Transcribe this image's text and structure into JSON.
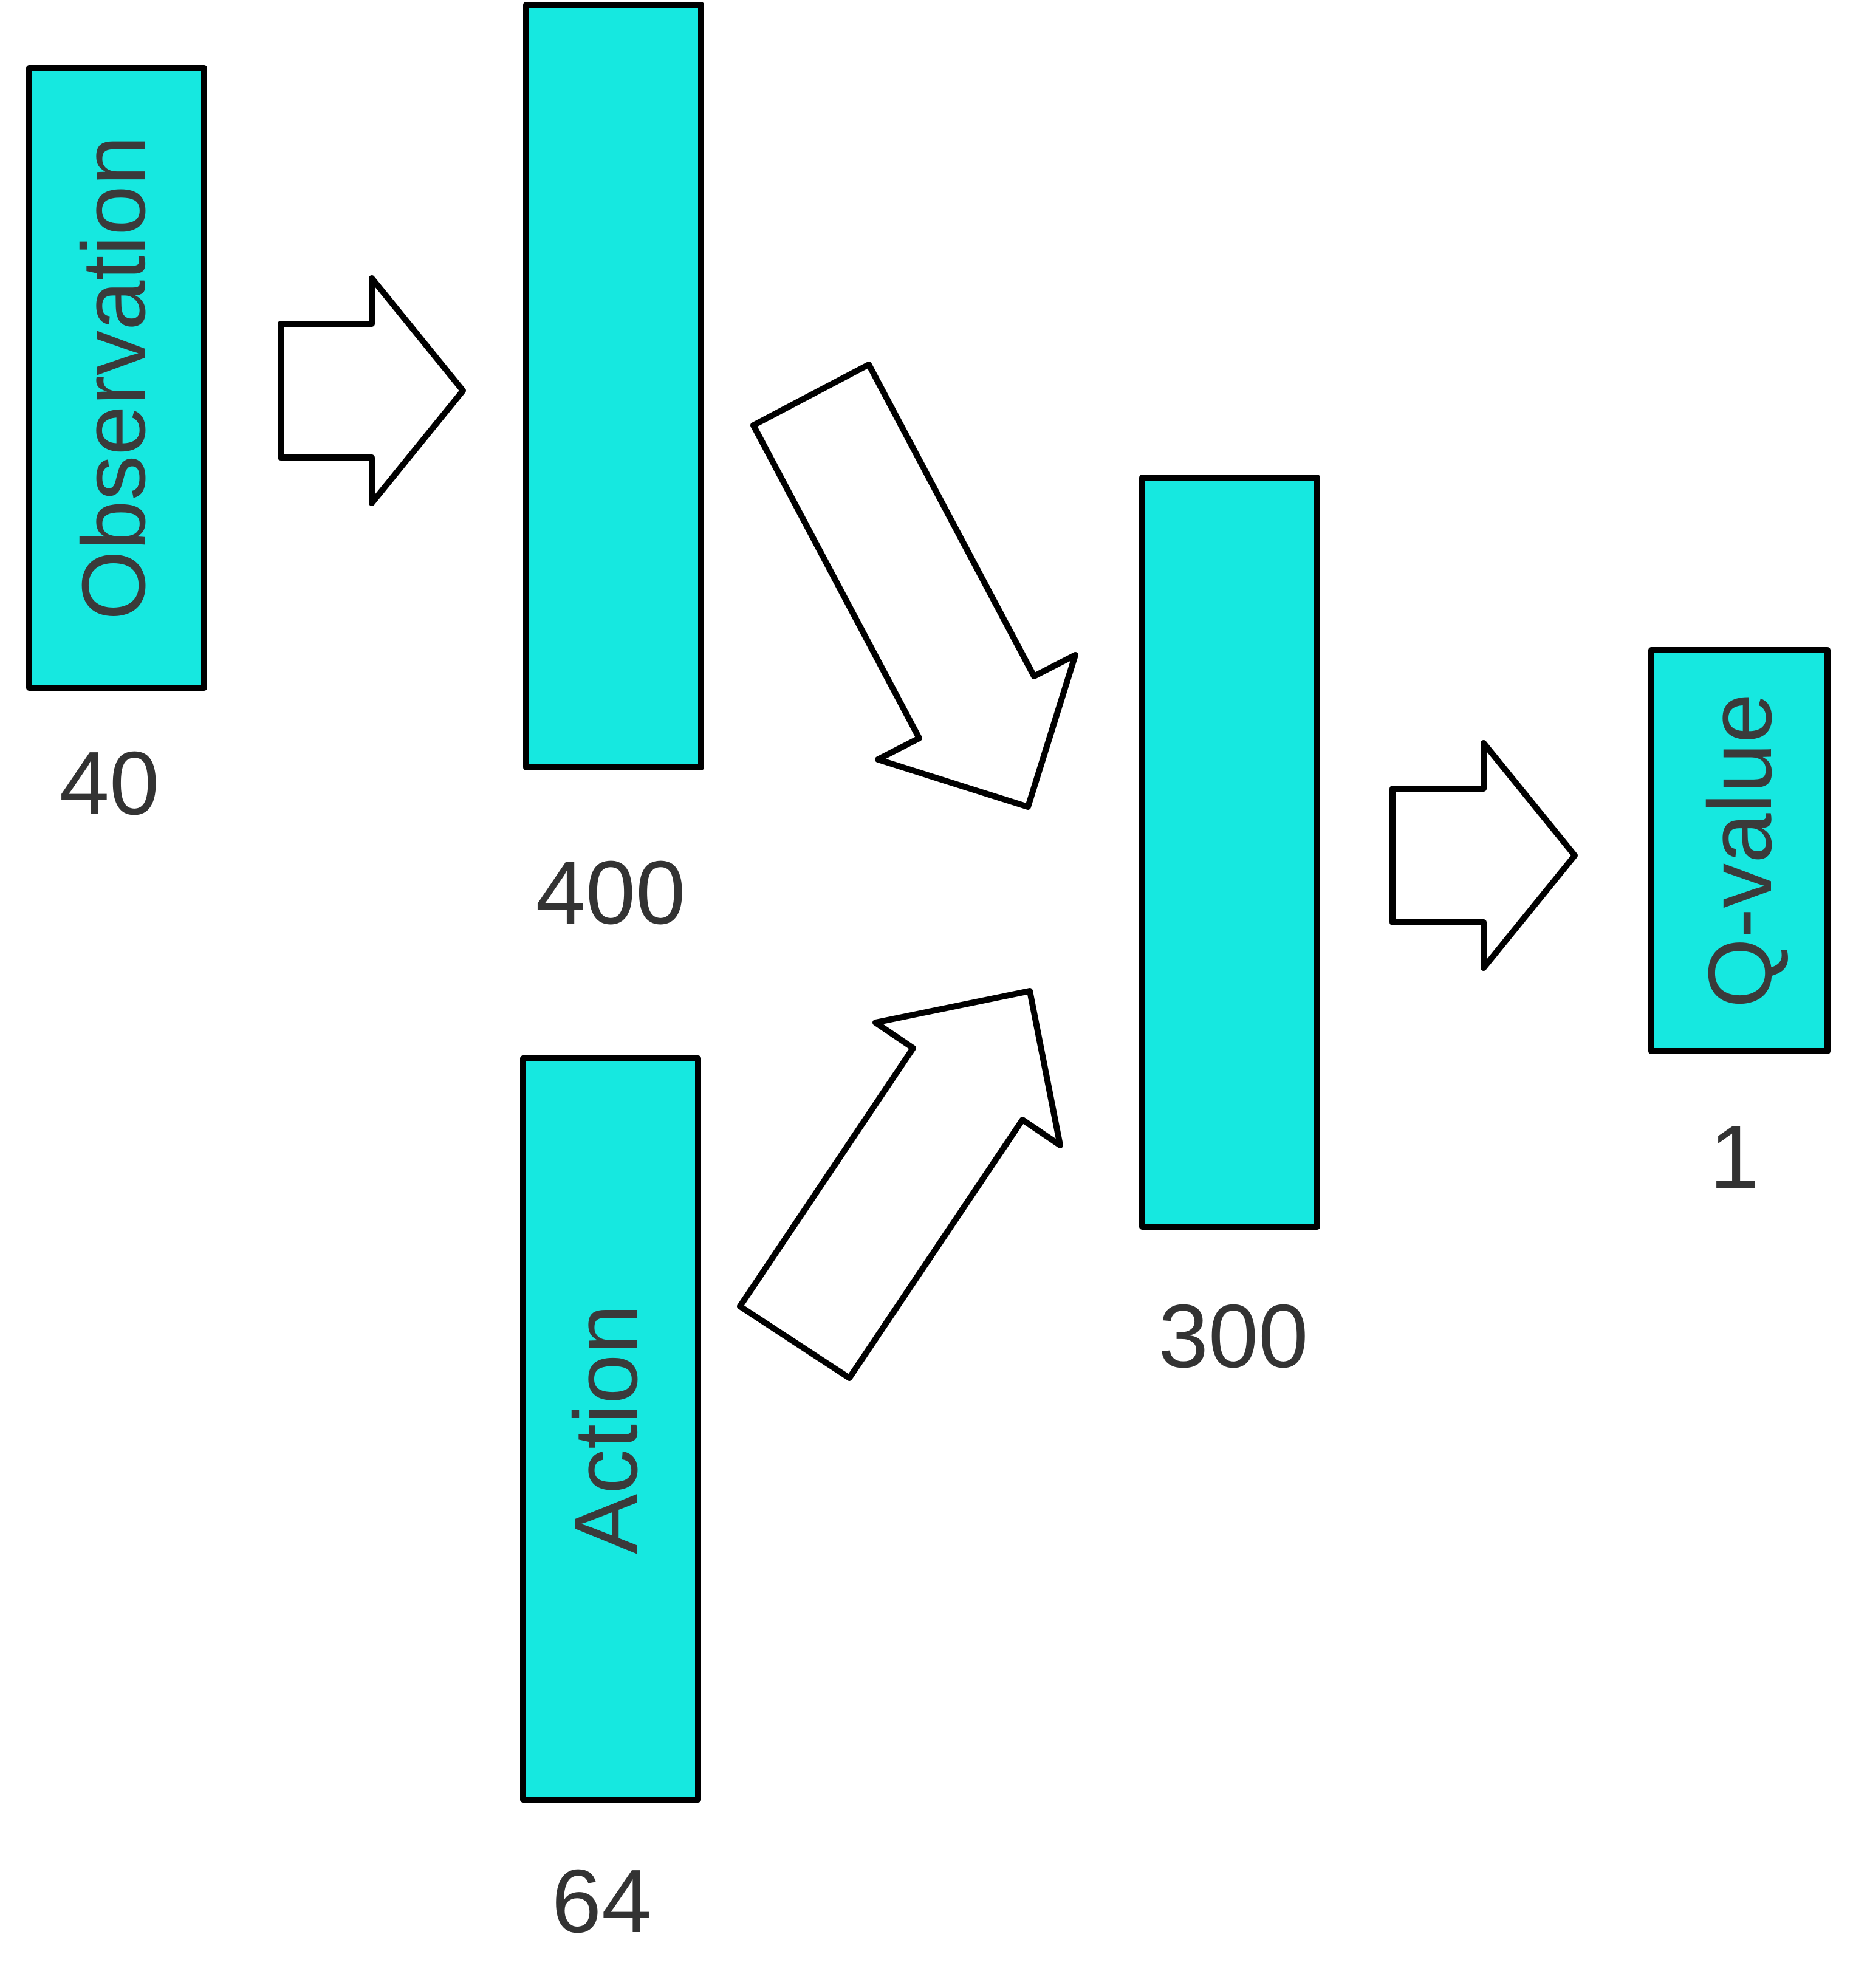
{
  "colors": {
    "layer_fill": "#16e8e0",
    "outline": "#000000",
    "arrow_fill": "#ffffff",
    "text": "#333333"
  },
  "layers": {
    "observation": {
      "label": "Observation",
      "size": "40"
    },
    "hidden1": {
      "label": "",
      "size": "400"
    },
    "action": {
      "label": "Action",
      "size": "64"
    },
    "hidden2": {
      "label": "",
      "size": "300"
    },
    "qvalue": {
      "label": "Q-value",
      "size": "1"
    }
  },
  "arrows": [
    {
      "from": "observation",
      "to": "hidden1",
      "icon": "hollow-arrow"
    },
    {
      "from": "hidden1",
      "to": "hidden2",
      "icon": "hollow-arrow"
    },
    {
      "from": "action",
      "to": "hidden2",
      "icon": "hollow-arrow"
    },
    {
      "from": "hidden2",
      "to": "qvalue",
      "icon": "hollow-arrow"
    }
  ]
}
